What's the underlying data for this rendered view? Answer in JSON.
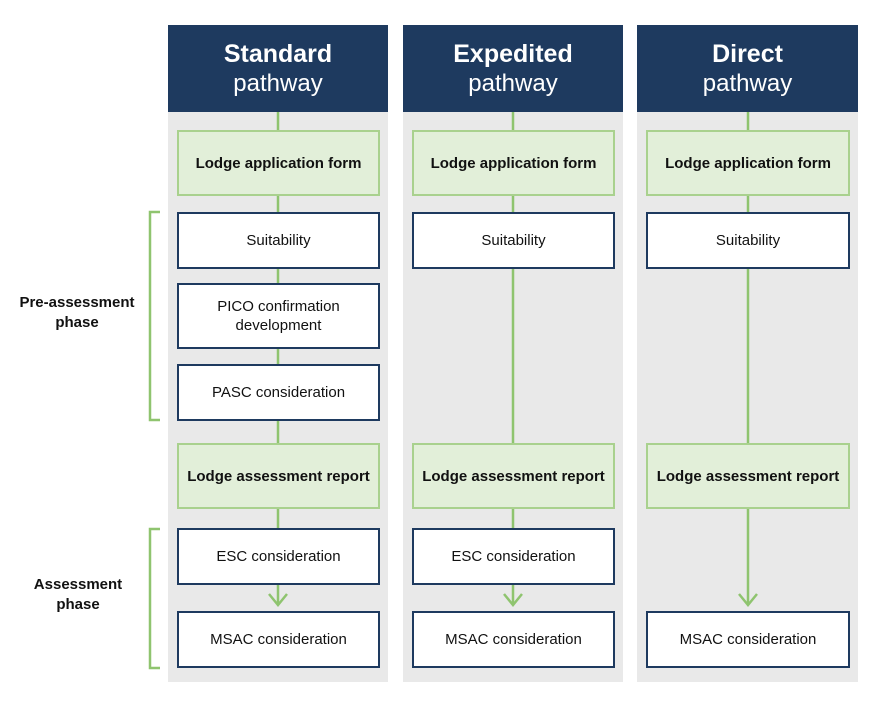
{
  "colors": {
    "header": "#1e3a5f",
    "column_background": "#e9e9e9",
    "lodge_box_fill": "#e2efd9",
    "lodge_box_border": "#a9d18e",
    "step_box_border": "#1e3a5f",
    "connector": "#8fc46f"
  },
  "phases": {
    "pre_assessment": "Pre-assessment phase",
    "assessment": "Assessment phase"
  },
  "pathways": [
    {
      "title_bold": "Standard",
      "title_rest": "pathway",
      "steps": [
        "Lodge application form",
        "Suitability",
        "PICO confirmation development",
        "PASC consideration",
        "Lodge assessment report",
        "ESC consideration",
        "MSAC consideration"
      ]
    },
    {
      "title_bold": "Expedited",
      "title_rest": "pathway",
      "steps": [
        "Lodge application form",
        "Suitability",
        "Lodge assessment report",
        "ESC consideration",
        "MSAC consideration"
      ]
    },
    {
      "title_bold": "Direct",
      "title_rest": "pathway",
      "steps": [
        "Lodge application form",
        "Suitability",
        "Lodge assessment report",
        "MSAC consideration"
      ]
    }
  ]
}
